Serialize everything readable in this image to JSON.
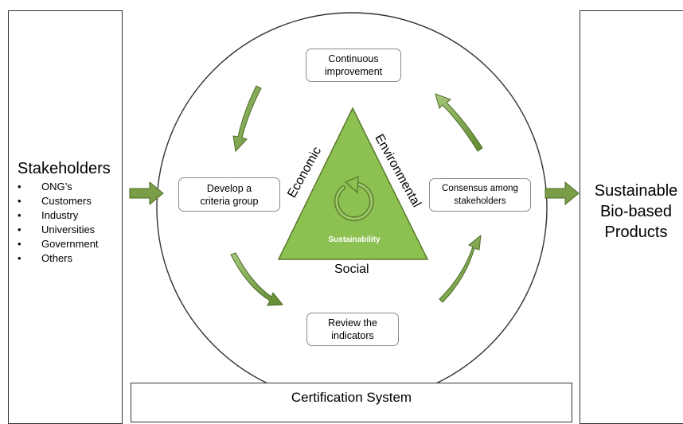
{
  "stakeholders": {
    "title": "Stakeholders",
    "items": [
      "ONG’s",
      "Customers",
      "Industry",
      "Universities",
      "Government",
      "Others"
    ]
  },
  "process": {
    "continuous_improvement": "Continuous\nimprovement",
    "develop_criteria": "Develop a\ncriteria group",
    "consensus": "Consensus among\nstakeholders",
    "review": "Review the\nindicators"
  },
  "triangle": {
    "economic": "Economic",
    "environmental": "Environmental",
    "social": "Social",
    "center": "Sustainability"
  },
  "output": {
    "title": "Sustainable\nBio-based\nProducts"
  },
  "certification": {
    "label": "Certification System"
  },
  "colors": {
    "green_fill": "#8cc152",
    "green_dark": "#5a7a2a",
    "arrow_green": "#6f9a3c"
  }
}
